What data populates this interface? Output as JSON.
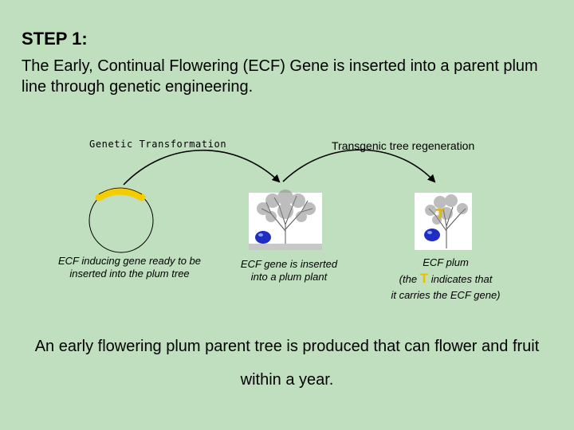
{
  "step": {
    "title": "STEP 1:",
    "description": "The Early, Continual Flowering (ECF) Gene is inserted into a parent plum line through genetic engineering."
  },
  "diagram": {
    "arrow_left_label": "Genetic Transformation",
    "arrow_right_label": "Transgenic tree regeneration",
    "t_marker": "T",
    "captions": {
      "gene": "ECF inducing gene ready to be inserted into the plum tree",
      "inserted": "ECF gene is inserted into a plum plant",
      "plum_line1": "ECF plum",
      "plum_line2_pre": "(the",
      "plum_line2_t": "T",
      "plum_line2_post": "indicates that",
      "plum_line3": "it carries the ECF gene)"
    },
    "colors": {
      "background": "#bfdfbf",
      "gene_arc": "#f5cc00",
      "plum": "#1f2ec0",
      "t_marker": "#e8c000"
    }
  },
  "conclusion": "An early flowering plum parent tree is produced that can flower and fruit within a year."
}
